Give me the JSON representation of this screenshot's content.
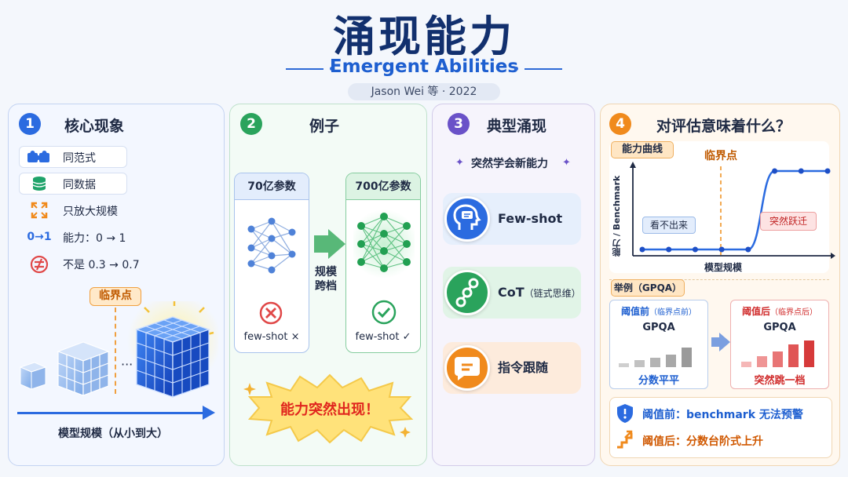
{
  "header": {
    "title": "涌现能力",
    "subtitle": "Emergent Abilities",
    "author": "Jason Wei 等  ·  2022"
  },
  "panel1": {
    "number": "1",
    "title": "核心现象",
    "items": [
      {
        "label": "同范式",
        "icon": "puzzle-icon"
      },
      {
        "label": "同数据",
        "icon": "database-icon"
      },
      {
        "label": "只放大规模",
        "icon": "expand-icon"
      },
      {
        "label": "能力：0 → 1",
        "icon_text": "0→1"
      },
      {
        "label": "不是 0.3 → 0.7",
        "icon": "not-equal-icon"
      }
    ],
    "critical_tag": "临界点",
    "ellipsis": "···",
    "axis_label": "模型规模（从小到大）"
  },
  "panel2": {
    "number": "2",
    "title": "例子",
    "left_box": {
      "header": "70亿参数",
      "result": "few-shot ×"
    },
    "right_box": {
      "header": "700亿参数",
      "result": "few-shot ✓"
    },
    "arrow_label_1": "规模",
    "arrow_label_2": "跨档",
    "burst": "能力突然出现！"
  },
  "panel3": {
    "number": "3",
    "title": "典型涌现",
    "banner": "突然学会新能力",
    "sparkle": "✦",
    "cards": [
      {
        "label": "Few-shot",
        "sub": ""
      },
      {
        "label": "CoT",
        "sub": "（链式思维）"
      },
      {
        "label": "指令跟随",
        "sub": ""
      }
    ]
  },
  "panel4": {
    "number": "4",
    "title": "对评估意味着什么？",
    "curve_tag": "能力曲线",
    "critical_label": "临界点",
    "ylabel": "能力 / Benchmark",
    "xlabel": "模型规模",
    "note_flat": "看不出来",
    "note_jump": "突然跃迁",
    "example_tag": "举例（GPQA）",
    "before": {
      "title": "阈值前",
      "sub": "（临界点前）",
      "name": "GPQA",
      "caption": "分数平平"
    },
    "after": {
      "title": "阈值后",
      "sub": "（临界点后）",
      "name": "GPQA",
      "caption": "突然跳一档"
    },
    "summary_1": "阈值前：benchmark 无法预警",
    "summary_2": "阈值后：分数台阶式上升"
  },
  "chart_data": {
    "type": "line",
    "x": [
      1,
      2,
      3,
      4,
      5,
      6,
      7,
      8
    ],
    "values": [
      0.0,
      0.0,
      0.0,
      0.0,
      0.0,
      1.0,
      1.0,
      1.0
    ],
    "xlabel": "模型规模",
    "ylabel": "能力 / Benchmark",
    "bars_before": [
      0.15,
      0.25,
      0.32,
      0.45,
      0.7
    ],
    "bars_after": [
      0.2,
      0.4,
      0.55,
      0.8,
      0.95
    ]
  },
  "colors": {
    "blue": "#2b6be0",
    "green": "#2aa35c",
    "purple": "#6a52c8",
    "orange": "#f08a1c",
    "red": "#e04848"
  }
}
